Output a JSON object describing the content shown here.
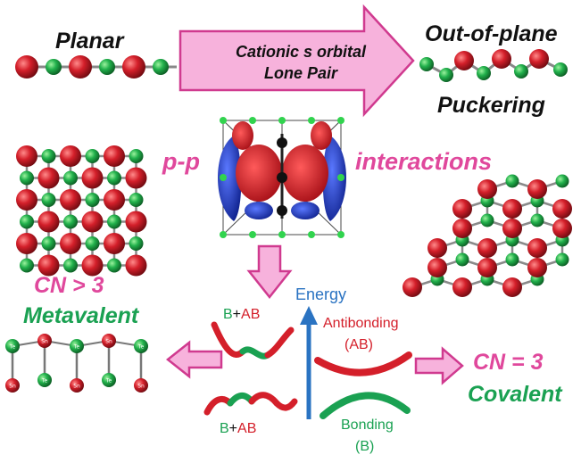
{
  "labels": {
    "planar": "Planar",
    "out_of_plane": "Out-of-plane",
    "puckering": "Puckering",
    "arrow_line1": "Cationic s orbital",
    "arrow_line2": "Lone Pair",
    "pp": "p-p",
    "interactions": "interactions",
    "cn_gt3": "CN > 3",
    "metavalent": "Metavalent",
    "cn_eq3": "CN = 3",
    "covalent": "Covalent",
    "energy": "Energy",
    "antibonding": "Antibonding",
    "ab": "(AB)",
    "bonding": "Bonding",
    "b": "(B)",
    "b_plus": "B",
    "plus_sign": "+",
    "ab_short": "AB",
    "atom_te": "Te",
    "atom_sn": "Sn"
  },
  "colors": {
    "cation": "#d41f2a",
    "anion": "#22b14c",
    "pink": "#e0489c",
    "arrow_fill": "#f7b2dc",
    "energy_axis": "#2a73c2",
    "antibonding": "#d41f2a",
    "bonding": "#1aa152",
    "orbital_red": "#e0141e",
    "orbital_blue": "#1f3fd6"
  }
}
